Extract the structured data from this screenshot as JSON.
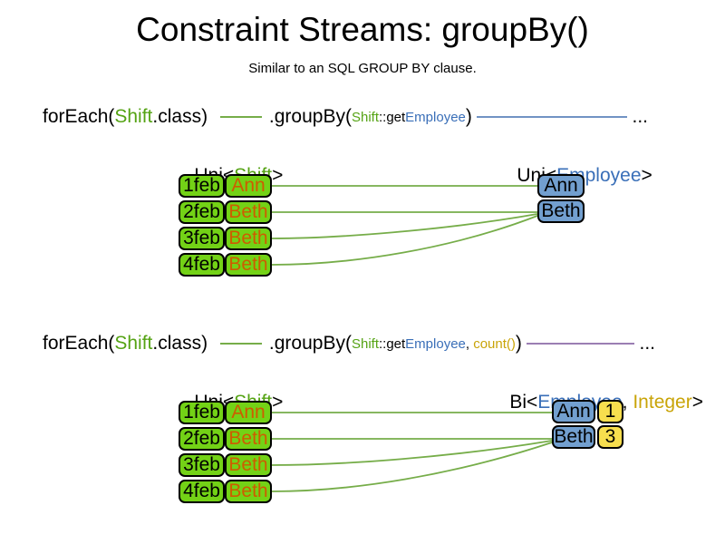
{
  "title": "Constraint Streams: groupBy()",
  "subtitle": "Similar to an SQL GROUP BY clause.",
  "colors": {
    "text": "#000000",
    "border": "#000000",
    "green_text": "#55A314",
    "blue_text": "#3A6FB8",
    "gold_text": "#C9A408",
    "orange_text": "#CE5C00",
    "green_fill": "#73D216",
    "blue_fill": "#729FCF",
    "yellow_fill": "#F7DE4E",
    "green_line": "#76AD49",
    "blue_line": "#7193C4",
    "purple_line": "#9B7EB3"
  },
  "sections": [
    {
      "code": {
        "foreach_kw": "forEach(",
        "class_name": "Shift",
        "class_close": ".class) ",
        "groupby_kw": ".groupBy(",
        "arg_class": "Shift",
        "arg_accessor": "::get",
        "arg_type": "Employee",
        "close_paren": ")",
        "ellipsis": "..."
      },
      "source_label": {
        "prefix": "Uni<",
        "type": "Shift",
        "suffix": ">"
      },
      "result_label": {
        "prefix": "Uni<",
        "type": "Employee",
        "suffix": ">"
      },
      "shifts": [
        {
          "date": "1feb",
          "employee": "Ann"
        },
        {
          "date": "2feb",
          "employee": "Beth"
        },
        {
          "date": "3feb",
          "employee": "Beth"
        },
        {
          "date": "4feb",
          "employee": "Beth"
        }
      ],
      "groups": [
        {
          "name": "Ann"
        },
        {
          "name": "Beth"
        }
      ]
    },
    {
      "code": {
        "foreach_kw": "forEach(",
        "class_name": "Shift",
        "class_close": ".class) ",
        "groupby_kw": ".groupBy(",
        "arg_class": "Shift",
        "arg_accessor": "::get",
        "arg_type": "Employee",
        "comma": ", ",
        "count_fn": "count()",
        "close_paren": ")",
        "ellipsis": "..."
      },
      "source_label": {
        "prefix": "Uni<",
        "type": "Shift",
        "suffix": ">"
      },
      "result_label": {
        "prefix": "Bi<",
        "type1": "Employee",
        "sep": ", ",
        "type2": "Integer",
        "suffix": ">"
      },
      "shifts": [
        {
          "date": "1feb",
          "employee": "Ann"
        },
        {
          "date": "2feb",
          "employee": "Beth"
        },
        {
          "date": "3feb",
          "employee": "Beth"
        },
        {
          "date": "4feb",
          "employee": "Beth"
        }
      ],
      "groups": [
        {
          "name": "Ann",
          "count": "1"
        },
        {
          "name": "Beth",
          "count": "3"
        }
      ]
    }
  ]
}
